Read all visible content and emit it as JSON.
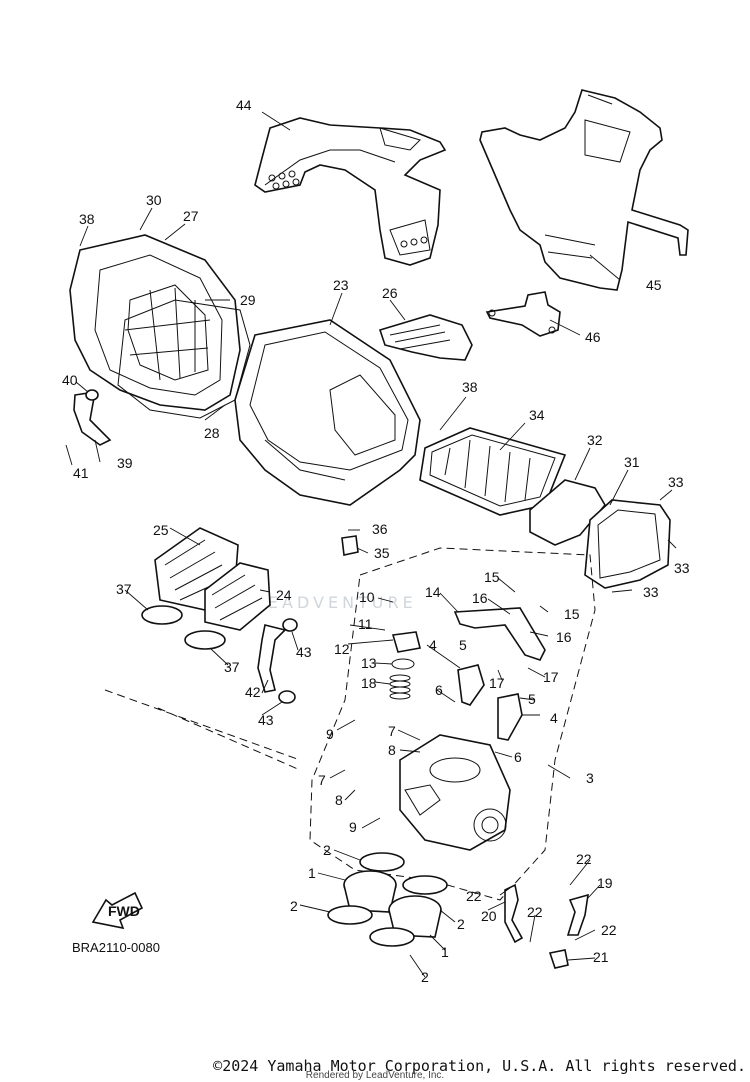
{
  "diagram_code": "BRA2110-0080",
  "fwd_label": "FWD",
  "watermark": "LEADVENTURE",
  "copyright": "©2024 Yamaha Motor Corporation, U.S.A. All rights reserved.",
  "rendered_by": "Rendered by LeadVenture, Inc.",
  "callouts": [
    "1",
    "2",
    "3",
    "4",
    "5",
    "6",
    "7",
    "8",
    "9",
    "10",
    "11",
    "12",
    "13",
    "14",
    "15",
    "16",
    "17",
    "18",
    "19",
    "20",
    "21",
    "22",
    "23",
    "24",
    "25",
    "26",
    "27",
    "28",
    "29",
    "30",
    "31",
    "32",
    "33",
    "34",
    "35",
    "36",
    "37",
    "38",
    "39",
    "40",
    "41",
    "42",
    "43",
    "44",
    "45",
    "46"
  ]
}
